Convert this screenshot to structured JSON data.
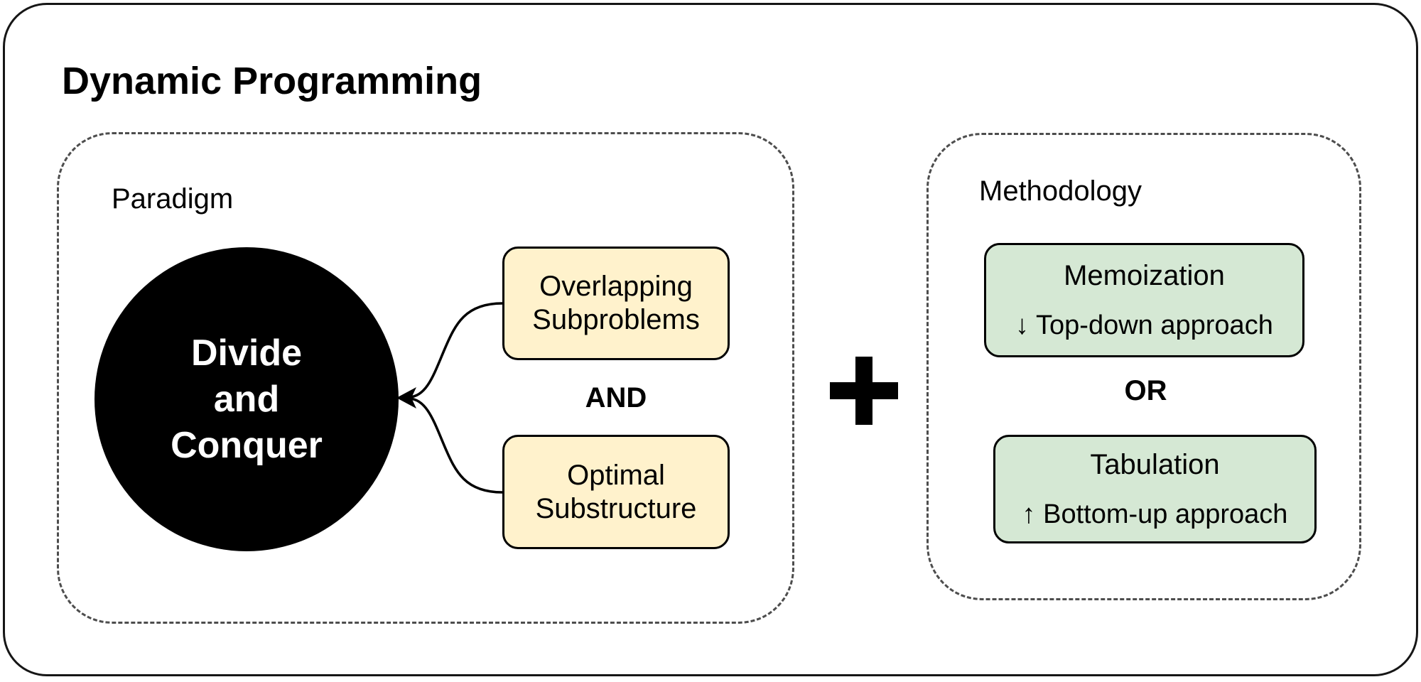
{
  "title": "Dynamic Programming",
  "paradigm": {
    "label": "Paradigm",
    "circle_text": [
      "Divide",
      "and",
      "Conquer"
    ],
    "boxes": [
      {
        "lines": [
          "Overlapping",
          "Subproblems"
        ]
      },
      {
        "lines": [
          "Optimal",
          "Substructure"
        ]
      }
    ],
    "and_label": "AND"
  },
  "plus_symbol": "+",
  "methodology": {
    "label": "Methodology",
    "or_label": "OR",
    "boxes": [
      {
        "title": "Memoization",
        "subtitle": "↓ Top-down approach"
      },
      {
        "title": "Tabulation",
        "subtitle": "↑ Bottom-up approach"
      }
    ]
  },
  "colors": {
    "yellow_fill": "#FFF2CC",
    "green_fill": "#D5E8D4",
    "circle_fill": "#000000",
    "dashed_border": "#4D4D4D",
    "text": "#000000"
  }
}
